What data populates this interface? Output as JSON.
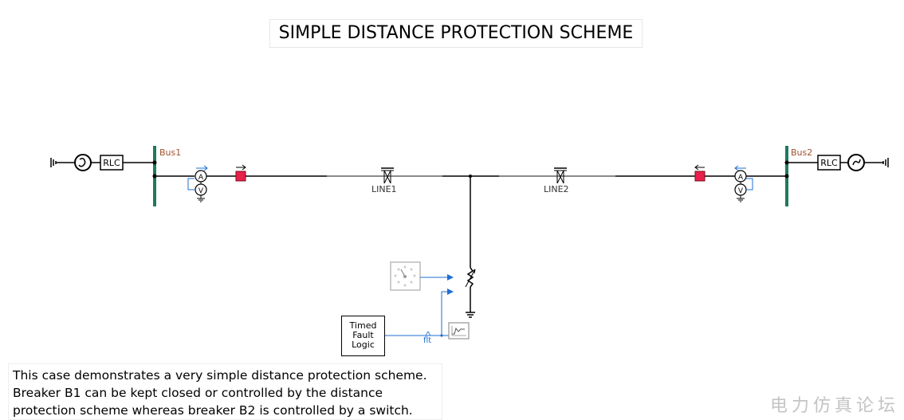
{
  "title": "SIMPLE DISTANCE PROTECTION SCHEME",
  "buses": {
    "bus1": "Bus1",
    "bus2": "Bus2"
  },
  "lines": {
    "line1": "LINE1",
    "line2": "LINE2"
  },
  "components": {
    "rlc_left": "RLC",
    "rlc_right": "RLC",
    "ammeter": "A",
    "voltmeter": "V"
  },
  "fault_logic": [
    "Timed",
    "Fault",
    "Logic"
  ],
  "fault_signal_label": "flt",
  "description": [
    "This case demonstrates a very simple distance protection scheme.",
    "Breaker B1 can be kept closed or controlled by the distance",
    "protection scheme whereas breaker B2 is controlled by a switch."
  ],
  "watermark": "电力仿真论坛",
  "colors": {
    "bus": "#1e7a5e",
    "breaker": "#e8204a",
    "signal": "#1f6fd1",
    "bus_label": "#a0522d",
    "wire": "#000000",
    "line_segment": "#8a8a8a"
  }
}
